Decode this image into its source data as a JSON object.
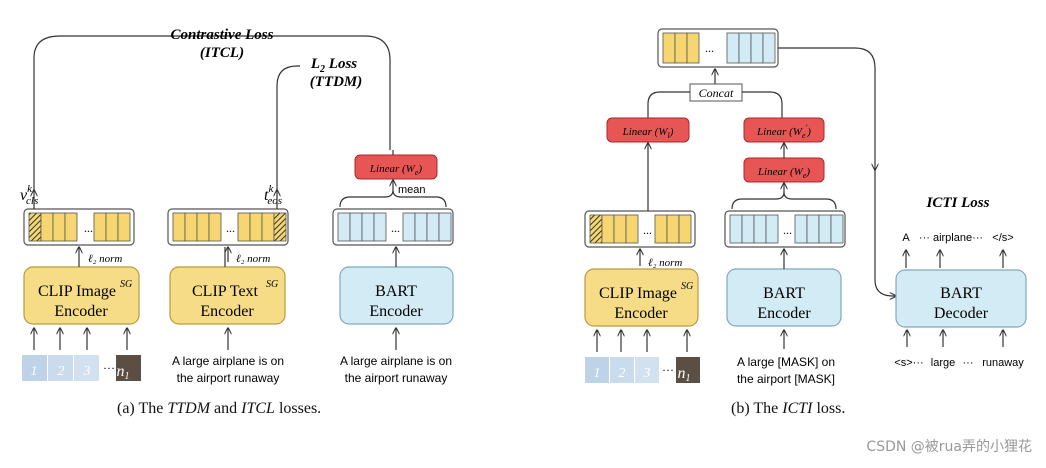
{
  "left": {
    "contrastive_loss": "Contrastive Loss",
    "itcl": "(ITCL)",
    "l2_loss": "L",
    "l2_sub": "2",
    "l2_loss_suffix": " Loss",
    "ttdm": "(TTDM)",
    "v_cls": "v",
    "v_sup": "k",
    "v_sub": "cls",
    "t_eos": "t",
    "t_sup": "k",
    "t_sub": "eos",
    "l2_norm_1": "ℓ₂ norm",
    "l2_norm_2": "ℓ₂ norm",
    "linear_we": "Linear (W",
    "linear_we_sub": "e",
    "linear_we_end": ")",
    "mean": "mean",
    "dots": "...",
    "clip_image_1": "CLIP Image",
    "clip_image_2": "Encoder",
    "clip_text_1": "CLIP Text",
    "clip_text_2": "Encoder",
    "sg": "SG",
    "bart_enc_1": "BART",
    "bart_enc_2": "Encoder",
    "text_input_1": "A large airplane is on",
    "text_input_2": "the airport runaway",
    "patch_1": "1",
    "patch_2": "2",
    "patch_3": "3",
    "patch_n": "n",
    "patch_n_sub": "1",
    "ellipsis": "···",
    "caption_a_pre": "(a) The ",
    "caption_a_ttdm": "TTDM",
    "caption_a_mid": " and ",
    "caption_a_itcl": "ITCL",
    "caption_a_post": " losses."
  },
  "right": {
    "concat": "Concat",
    "linear_wl": "Linear (W",
    "linear_wl_sub": "l",
    "linear_we_prime": "Linear (W",
    "linear_we_prime_sub": "e",
    "linear_we": "Linear (W",
    "linear_we_sub": "e",
    "close": ")",
    "icti_loss": "ICTI Loss",
    "decoder_out": [
      "A",
      "··· airplane···",
      "</s>"
    ],
    "decoder_in": [
      "<s>···",
      "large",
      "···",
      "runaway"
    ],
    "l2_norm": "ℓ₂ norm",
    "clip_image_1": "CLIP Image",
    "clip_image_2": "Encoder",
    "sg": "SG",
    "bart_enc_1": "BART",
    "bart_enc_2": "Encoder",
    "bart_dec_1": "BART",
    "bart_dec_2": "Decoder",
    "masked_input_1": "A large [MASK] on",
    "masked_input_2": "the airport [MASK]",
    "caption_b_pre": "(b) The ",
    "caption_b_icti": "ICTI",
    "caption_b_post": " loss."
  },
  "watermark": "CSDN @被rua弄的小狸花",
  "colors": {
    "clip_fill": "#f7dc87",
    "clip_stroke": "#b89b3a",
    "bart_fill": "#d3ebf5",
    "bart_stroke": "#7fa9bc",
    "linear_fill": "#e85555",
    "linear_stroke": "#a52a2a",
    "token_yellow": "#f5d670",
    "token_blue": "#d3ebf5"
  }
}
